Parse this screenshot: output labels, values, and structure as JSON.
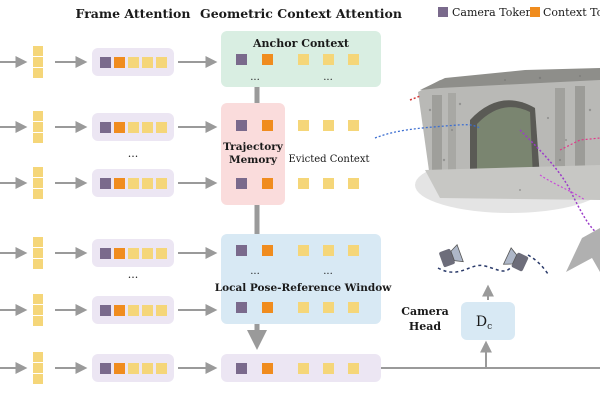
{
  "headers": {
    "frame_attention": "Frame Attention",
    "geometric_context_attention": "Geometric Context Attention"
  },
  "legend": {
    "camera_token": "Camera Token",
    "context_token": "Context Tok",
    "camera_color": "#7a6a8c",
    "context_color": "#f08c1e"
  },
  "colors": {
    "token_yellow": "#f5d679",
    "frame_box": "#ece6f3",
    "anchor_box": "#d9eee2",
    "trajectory_box": "#fadcdc",
    "local_box": "#d8e9f4",
    "camera_head_box": "#d8e9f4",
    "arrow": "#9a9a9a"
  },
  "labels": {
    "anchor_context": "Anchor Context",
    "trajectory_memory_line1": "Trajectory",
    "trajectory_memory_line2": "Memory",
    "evicted_context": "Evicted Context",
    "local_window": "Local Pose-Reference Window",
    "camera_head_line1": "Camera",
    "camera_head_line2": "Head",
    "dc_main": "D",
    "dc_sub": "c",
    "ellipsis": "..."
  }
}
